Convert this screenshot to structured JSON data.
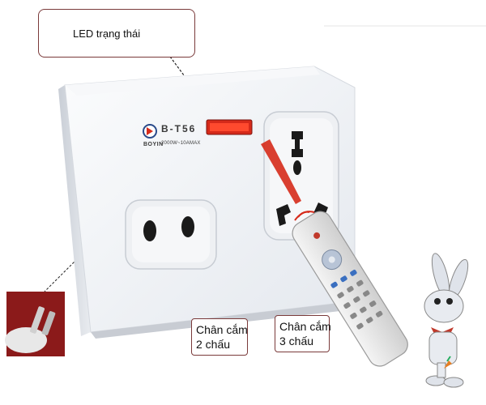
{
  "callouts": {
    "led_status": "LED trạng thái",
    "two_pin_line1": "Chân cắm",
    "two_pin_line2": "2 chấu",
    "three_pin_line1": "Chân cắm",
    "three_pin_line2": "3 chấu"
  },
  "device": {
    "model": "B-T56",
    "rating": "2000W~10AMAX",
    "brand": "BOYIN"
  },
  "colors": {
    "callout_border": "#7a3a3a",
    "socket_body": "#eef0f3",
    "led": "#d62a1a",
    "plug_background": "#8b1a1a"
  }
}
